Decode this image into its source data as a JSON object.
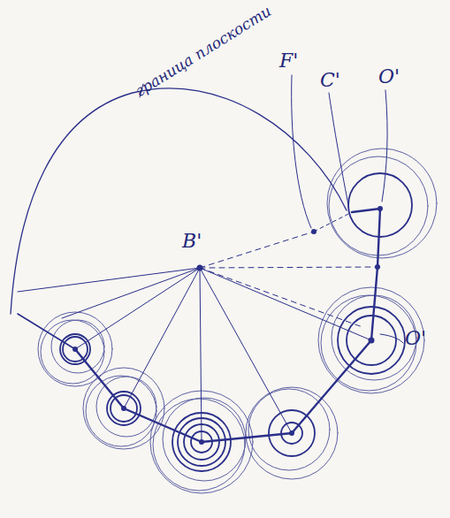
{
  "diagram": {
    "labels": [
      "граница плоскости",
      "F'",
      "C'",
      "O'",
      "B'",
      "O'"
    ]
  }
}
